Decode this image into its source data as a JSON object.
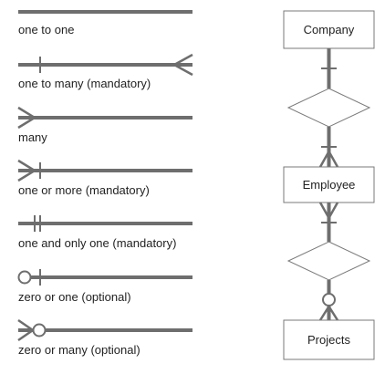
{
  "colors": {
    "line": "#6e6e6e",
    "box_stroke": "#7a7a7a",
    "text": "#222222",
    "background": "#ffffff"
  },
  "legend": {
    "items": [
      {
        "label": "one to one",
        "left_end": "none",
        "right_end": "none"
      },
      {
        "label": "one to many (mandatory)",
        "left_end": "one",
        "right_end": "many"
      },
      {
        "label": "many",
        "left_end": "many",
        "right_end": "none"
      },
      {
        "label": "one or more (mandatory)",
        "left_end": "one-or-more",
        "right_end": "none"
      },
      {
        "label": "one and only one (mandatory)",
        "left_end": "one-and-only-one",
        "right_end": "none"
      },
      {
        "label": "zero or one (optional)",
        "left_end": "zero-or-one",
        "right_end": "none"
      },
      {
        "label": "zero or many (optional)",
        "left_end": "zero-or-many",
        "right_end": "none"
      }
    ]
  },
  "er_diagram": {
    "entities": [
      {
        "id": "company",
        "label": "Company"
      },
      {
        "id": "employee",
        "label": "Employee"
      },
      {
        "id": "projects",
        "label": "Projects"
      }
    ],
    "relationships": [
      {
        "id": "company-employee",
        "from": "company",
        "to": "employee",
        "from_end": "one",
        "to_end": "one-or-more"
      },
      {
        "id": "employee-projects",
        "from": "employee",
        "to": "projects",
        "from_end": "one-or-more",
        "to_end": "zero-or-many"
      }
    ]
  }
}
